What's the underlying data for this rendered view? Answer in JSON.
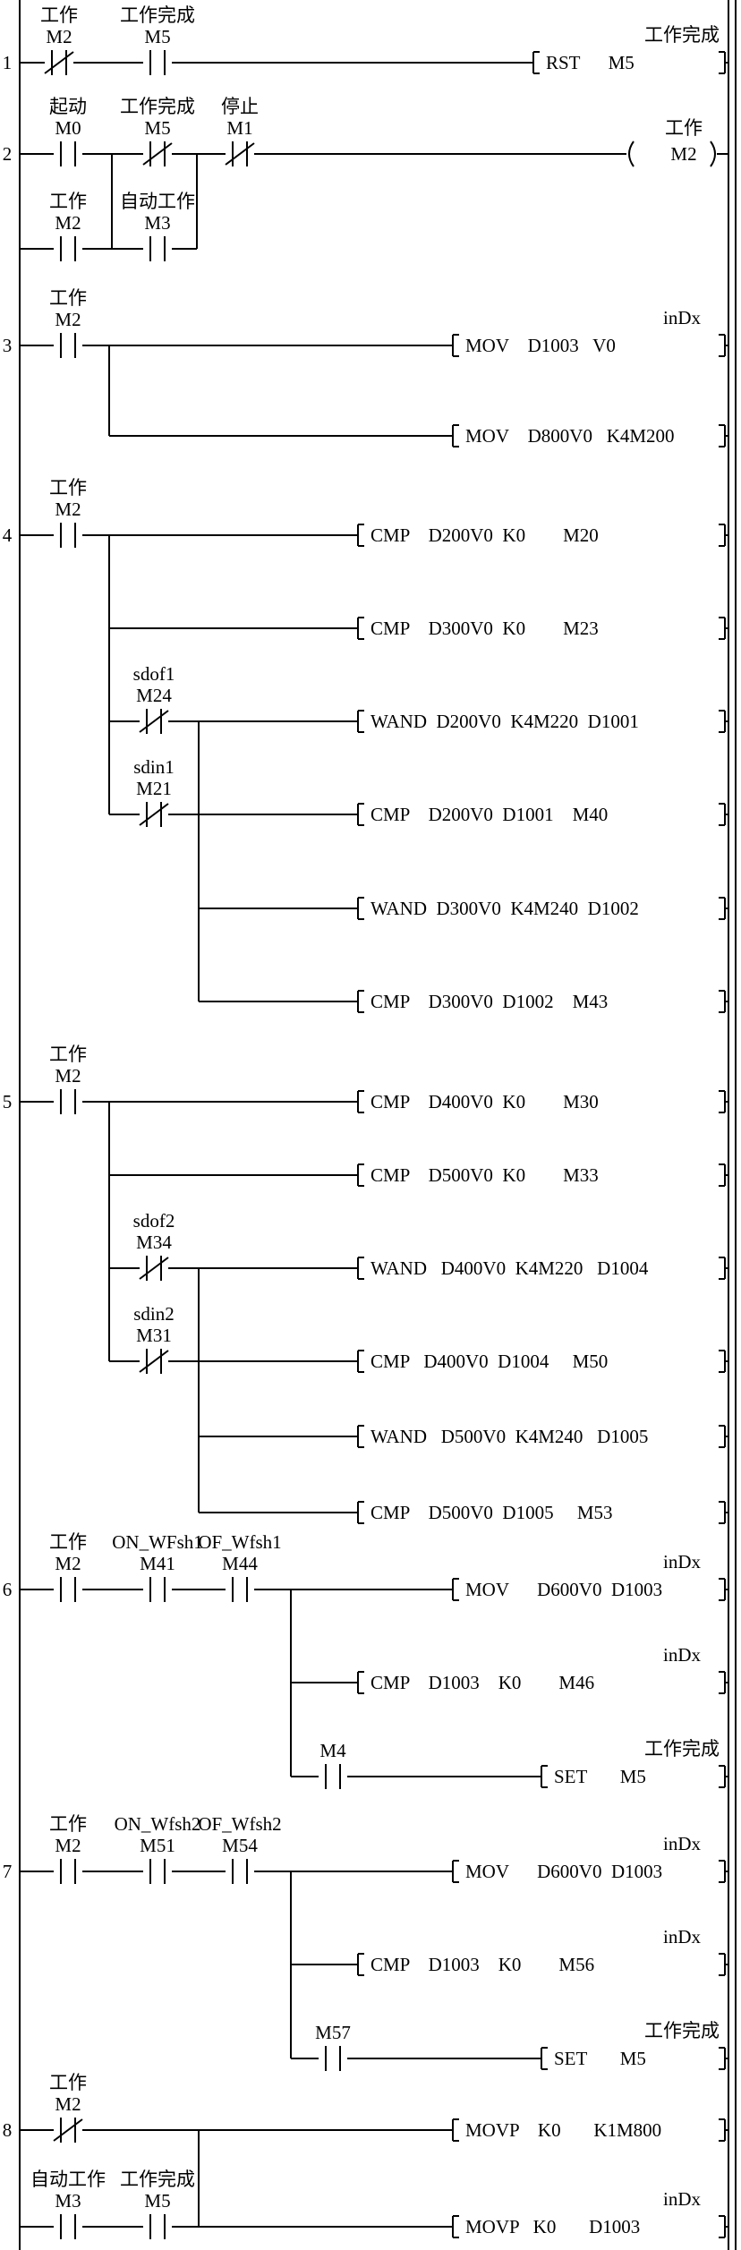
{
  "rungs": [
    {
      "number": "1",
      "contacts": [
        {
          "name": "工作",
          "addr": "M2",
          "type": "nc"
        },
        {
          "name": "工作完成",
          "addr": "M5",
          "type": "no"
        }
      ],
      "outputs": [
        {
          "kind": "instr",
          "label": "工作完成",
          "text": "RST      M5"
        }
      ]
    },
    {
      "number": "2",
      "contacts": [
        {
          "name": "起动",
          "addr": "M0",
          "type": "no"
        },
        {
          "name": "工作完成",
          "addr": "M5",
          "type": "nc"
        },
        {
          "name": "停止",
          "addr": "M1",
          "type": "nc"
        },
        {
          "name": "工作",
          "addr": "M2",
          "type": "no"
        },
        {
          "name": "自动工作",
          "addr": "M3",
          "type": "no"
        }
      ],
      "outputs": [
        {
          "kind": "coil",
          "label": "工作",
          "text": "M2"
        }
      ]
    },
    {
      "number": "3",
      "contacts": [
        {
          "name": "工作",
          "addr": "M2",
          "type": "no"
        }
      ],
      "outputs": [
        {
          "kind": "instr",
          "label": "inDx",
          "text": "MOV    D1003   V0"
        },
        {
          "kind": "instr",
          "label": "",
          "text": "MOV    D800V0   K4M200"
        }
      ]
    },
    {
      "number": "4",
      "contacts": [
        {
          "name": "工作",
          "addr": "M2",
          "type": "no"
        },
        {
          "name": "sdof1",
          "addr": "M24",
          "type": "nc"
        },
        {
          "name": "sdin1",
          "addr": "M21",
          "type": "nc"
        }
      ],
      "outputs": [
        {
          "kind": "instr",
          "label": "",
          "text": "CMP    D200V0  K0        M20"
        },
        {
          "kind": "instr",
          "label": "",
          "text": "CMP    D300V0  K0        M23"
        },
        {
          "kind": "instr",
          "label": "",
          "text": "WAND  D200V0  K4M220  D1001"
        },
        {
          "kind": "instr",
          "label": "",
          "text": "CMP    D200V0  D1001    M40"
        },
        {
          "kind": "instr",
          "label": "",
          "text": "WAND  D300V0  K4M240  D1002"
        },
        {
          "kind": "instr",
          "label": "",
          "text": "CMP    D300V0  D1002    M43"
        }
      ]
    },
    {
      "number": "5",
      "contacts": [
        {
          "name": "工作",
          "addr": "M2",
          "type": "no"
        },
        {
          "name": "sdof2",
          "addr": "M34",
          "type": "nc"
        },
        {
          "name": "sdin2",
          "addr": "M31",
          "type": "nc"
        }
      ],
      "outputs": [
        {
          "kind": "instr",
          "label": "",
          "text": "CMP    D400V0  K0        M30"
        },
        {
          "kind": "instr",
          "label": "",
          "text": "CMP    D500V0  K0        M33"
        },
        {
          "kind": "instr",
          "label": "",
          "text": "WAND   D400V0  K4M220   D1004"
        },
        {
          "kind": "instr",
          "label": "",
          "text": "CMP   D400V0  D1004     M50"
        },
        {
          "kind": "instr",
          "label": "",
          "text": "WAND   D500V0  K4M240   D1005"
        },
        {
          "kind": "instr",
          "label": "",
          "text": "CMP    D500V0  D1005     M53"
        }
      ]
    },
    {
      "number": "6",
      "contacts": [
        {
          "name": "工作",
          "addr": "M2",
          "type": "no"
        },
        {
          "name": "ON_WFsh1",
          "addr": "M41",
          "type": "no"
        },
        {
          "name": "OF_Wfsh1",
          "addr": "M44",
          "type": "no"
        },
        {
          "name": "",
          "addr": "M4",
          "type": "no"
        }
      ],
      "outputs": [
        {
          "kind": "instr",
          "label": "inDx",
          "text": "MOV      D600V0  D1003"
        },
        {
          "kind": "instr",
          "label": "inDx",
          "text": "CMP    D1003    K0        M46"
        },
        {
          "kind": "instr",
          "label": "工作完成",
          "text": "SET       M5"
        }
      ]
    },
    {
      "number": "7",
      "contacts": [
        {
          "name": "工作",
          "addr": "M2",
          "type": "no"
        },
        {
          "name": "ON_Wfsh2",
          "addr": "M51",
          "type": "no"
        },
        {
          "name": "OF_Wfsh2",
          "addr": "M54",
          "type": "no"
        },
        {
          "name": "",
          "addr": "M57",
          "type": "no"
        }
      ],
      "outputs": [
        {
          "kind": "instr",
          "label": "inDx",
          "text": "MOV      D600V0  D1003"
        },
        {
          "kind": "instr",
          "label": "inDx",
          "text": "CMP    D1003    K0        M56"
        },
        {
          "kind": "instr",
          "label": "工作完成",
          "text": "SET       M5"
        }
      ]
    },
    {
      "number": "8",
      "contacts": [
        {
          "name": "工作",
          "addr": "M2",
          "type": "nc"
        },
        {
          "name": "自动工作",
          "addr": "M3",
          "type": "no"
        },
        {
          "name": "工作完成",
          "addr": "M5",
          "type": "no"
        }
      ],
      "outputs": [
        {
          "kind": "instr",
          "label": "",
          "text": "MOVP    K0       K1M800"
        },
        {
          "kind": "instr",
          "label": "inDx",
          "text": "MOVP   K0       D1003"
        }
      ]
    }
  ]
}
